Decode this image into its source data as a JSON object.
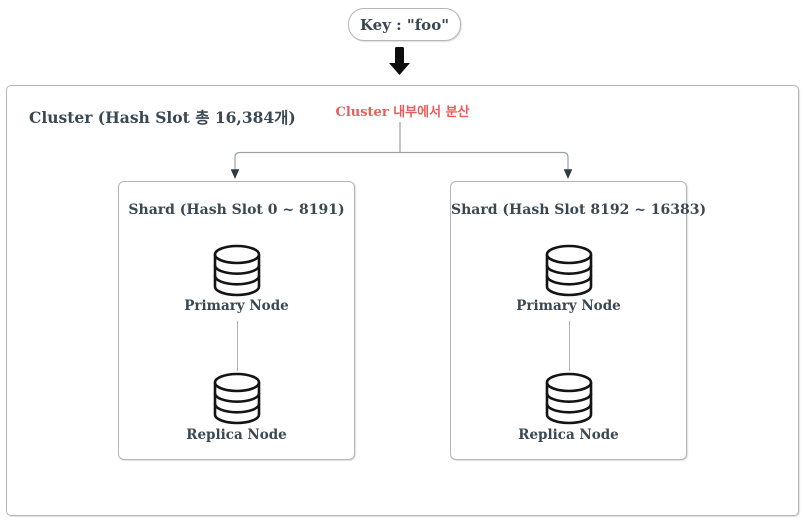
{
  "key_box": {
    "label": "Key : \"foo\""
  },
  "cluster": {
    "title": "Cluster (Hash Slot 총 16,384개)",
    "note": "Cluster 내부에서 분산",
    "shards": [
      {
        "title": "Shard (Hash Slot 0 ~ 8191)",
        "nodes": [
          {
            "label": "Primary Node"
          },
          {
            "label": "Replica Node"
          }
        ]
      },
      {
        "title": "Shard (Hash Slot 8192 ~ 16383)",
        "nodes": [
          {
            "label": "Primary Node"
          },
          {
            "label": "Replica Node"
          }
        ]
      }
    ]
  },
  "colors": {
    "text_dark": "#3a4854",
    "accent_red": "#ea5c5c",
    "box_border": "#b5b5b5",
    "connector_gray": "#9aa1a8",
    "arrow_black": "#0d0d0d"
  },
  "icon_names": [
    "down-arrow-icon",
    "database-icon",
    "branch-connector",
    "replication-link"
  ]
}
